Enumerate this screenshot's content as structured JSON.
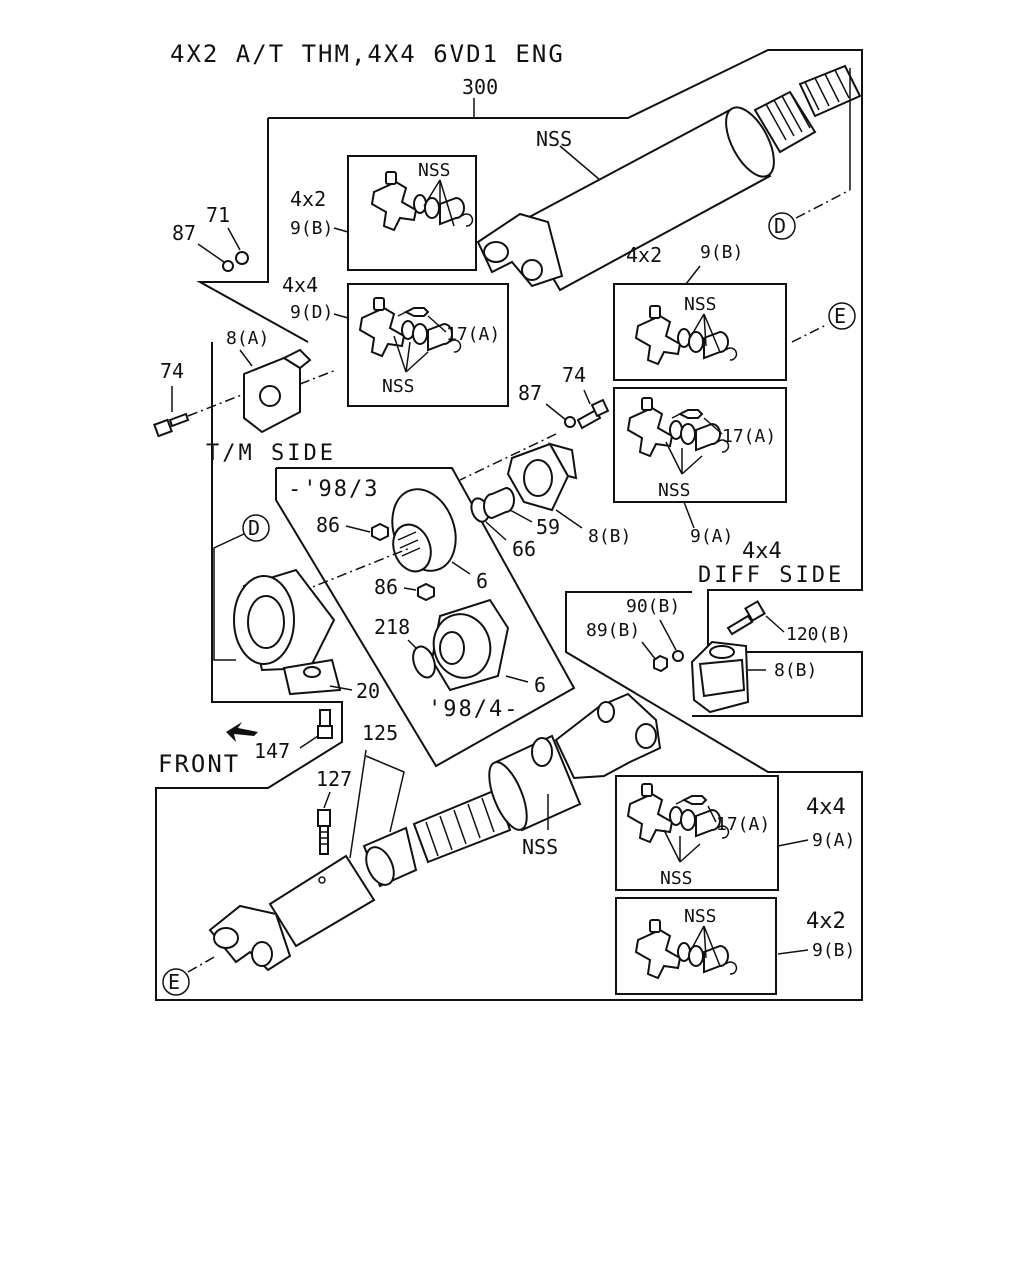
{
  "title": "4X2 A/T THM,4X4 6VD1 ENG",
  "labels": {
    "p300": "300",
    "nss_top": "NSS",
    "ref_d_top": "D",
    "ref_e_right": "E",
    "ref_d_left": "D",
    "ref_e_bottom": "E",
    "box1_variant": "4x2",
    "box1_part": "9(B)",
    "box1_nss": "NSS",
    "box2_variant": "4x4",
    "box2_part": "9(D)",
    "box2_17": "17(A)",
    "box2_nss": "NSS",
    "box3_variant": "4x2",
    "box3_part": "9(B)",
    "box3_nss": "NSS",
    "box4_17": "17(A)",
    "box4_nss": "NSS",
    "box4_part": "9(A)",
    "p87a": "87",
    "p71": "71",
    "p8a": "8(A)",
    "p74a": "74",
    "tm_side": "T/M SIDE",
    "p87b": "87",
    "p74b": "74",
    "range1": "-'98/3",
    "p86a": "86",
    "p59": "59",
    "p66": "66",
    "p8b_top": "8(B)",
    "p6a": "6",
    "p86b": "86",
    "p218": "218",
    "p6b": "6",
    "p20": "20",
    "range2": "'98/4-",
    "diff_variant": "4x4",
    "diff_side": "DIFF SIDE",
    "p90b": "90(B)",
    "p89b": "89(B)",
    "p120b": "120(B)",
    "p8b_diff": "8(B)",
    "front": "FRONT",
    "p147": "147",
    "p125": "125",
    "p127": "127",
    "nss_shaft": "NSS",
    "box5_variant": "4x4",
    "box5_part": "9(A)",
    "box5_17": "17(A)",
    "box5_nss": "NSS",
    "box6_variant": "4x2",
    "box6_part": "9(B)",
    "box6_nss": "NSS"
  }
}
